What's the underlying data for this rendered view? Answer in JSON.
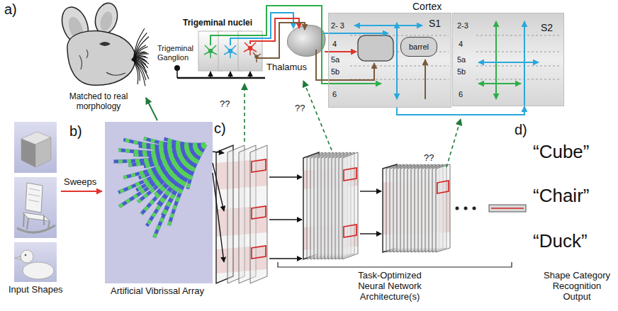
{
  "diagram": {
    "nodes": [
      {
        "text": [
          "S1"
        ]
      },
      {
        "text": [
          "barrel"
        ],
        "in": 0
      },
      {
        "text": [
          "S2"
        ]
      }
    ],
    "edges": [
      {
        "from": 0,
        "to": 2,
        "arrow": "to"
      }
    ],
    "labels": [
      "a)",
      "Matched to real morphology",
      "Trigeminal nuclei",
      "Trigeminal Ganglion",
      "Thalamus",
      "??",
      "??",
      "Cortex",
      "2- 3",
      "4",
      "5a",
      "5b",
      "6",
      "2-3",
      "4",
      "5a",
      "5b",
      "6",
      "b)",
      "Sweeps",
      "c)",
      "??",
      "d)",
      "“Cube”",
      "“Chair”",
      "“Duck”",
      "Input Shapes",
      "Artificial Vibrissal Array",
      "Task-Optimized Neural Network Architecture(s)",
      "Shape Category Recognition Output"
    ]
  }
}
